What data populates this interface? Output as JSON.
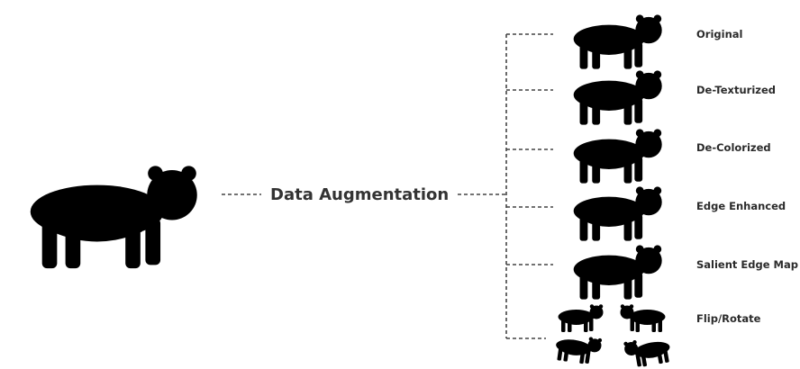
{
  "diagram": {
    "center_label": "Data Augmentation",
    "source_image": "tiger-source-icon",
    "variants": [
      {
        "label": "Original",
        "icon": "tiger-original-icon",
        "style": "original"
      },
      {
        "label": "De-Texturized",
        "icon": "tiger-detexturized-icon",
        "style": "detexturized"
      },
      {
        "label": "De-Colorized",
        "icon": "tiger-decolorized-icon",
        "style": "decolorized"
      },
      {
        "label": "Edge Enhanced",
        "icon": "tiger-edge-enhanced-icon",
        "style": "edge"
      },
      {
        "label": "Salient Edge Map",
        "icon": "tiger-salient-edge-icon",
        "style": "salient"
      },
      {
        "label": "Flip/Rotate",
        "icon": "tiger-flip-rotate-icon",
        "style": "flip"
      }
    ],
    "colors": {
      "orange": "#f0952a",
      "dark_orange": "#c9651a",
      "stripe": "#1c1c1c",
      "white_fur": "#f4f1ec",
      "gray": "#8f8f8f",
      "light_gray": "#c8c8c8",
      "connector": "#444444",
      "text": "#2b2b2b"
    }
  }
}
